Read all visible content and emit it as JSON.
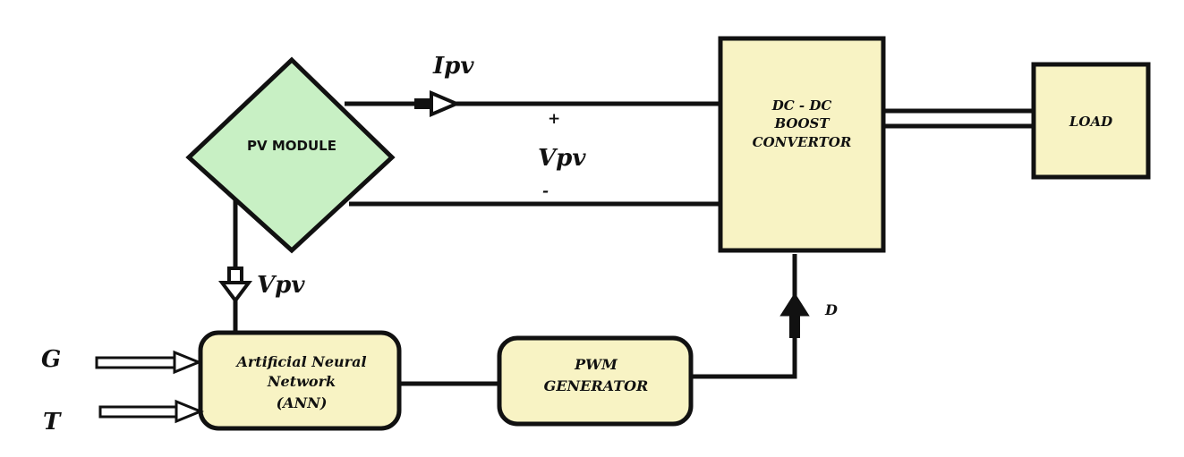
{
  "blocks": {
    "pv_module": "PV  MODULE",
    "boost_converter": [
      "DC - DC",
      "BOOST",
      "CONVERTOR"
    ],
    "load": "LOAD",
    "ann": [
      "Artificial Neural",
      "Network",
      "(ANN)"
    ],
    "pwm": [
      "PWM",
      "GENERATOR"
    ]
  },
  "signals": {
    "current": "Ipv",
    "voltage": "Vpv",
    "voltage_feedback": "Vpv",
    "plus": "+",
    "minus": "-",
    "duty": "D",
    "irradiance": "G",
    "temperature": "T"
  },
  "colors": {
    "pv_fill": "#c8f0c4",
    "block_fill": "#f8f3c4",
    "line": "#111111"
  }
}
